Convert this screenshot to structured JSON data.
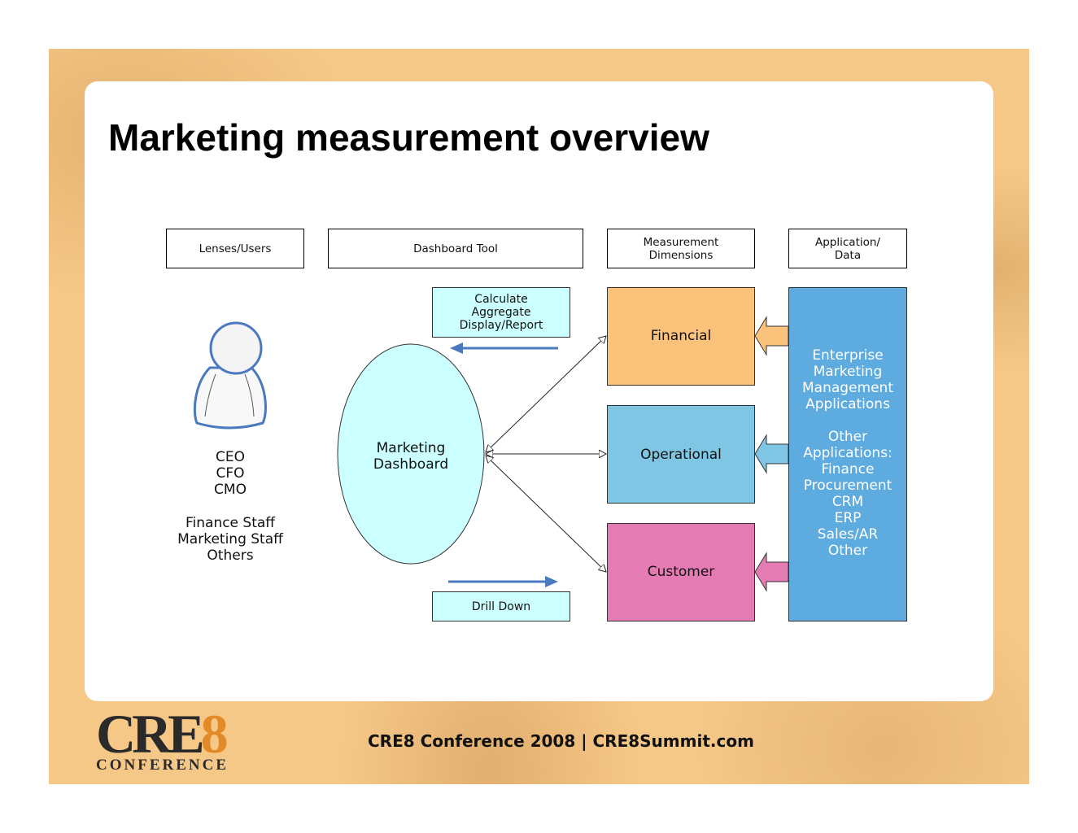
{
  "slide": {
    "title": "Marketing measurement overview",
    "footer": "CRE8 Conference 2008 | CRE8Summit.com",
    "logo": {
      "main": "CRE",
      "digit": "8",
      "sub": "CONFERENCE"
    }
  },
  "diagram": {
    "headers": {
      "lenses": "Lenses/Users",
      "dashboard_tool": "Dashboard Tool",
      "measurement": "Measurement\nDimensions",
      "application": "Application/\nData"
    },
    "users": {
      "executives": "CEO\nCFO\nCMO",
      "staff": "Finance Staff\nMarketing Staff\nOthers"
    },
    "calculate_box": "Calculate\nAggregate\nDisplay/Report",
    "dashboard": "Marketing\nDashboard",
    "drill_down": "Drill Down",
    "measures": {
      "financial": "Financial",
      "operational": "Operational",
      "customer": "Customer"
    },
    "applications": {
      "enterprise": "Enterprise\nMarketing\nManagement\nApplications",
      "other": "Other\nApplications:\nFinance\nProcurement\nCRM\nERP\nSales/AR\nOther"
    }
  },
  "colors": {
    "financial": "#fbc27c",
    "operational": "#7fc6e4",
    "customer": "#e57bb3",
    "applications": "#5dabdf",
    "light_cyan": "#ccffff",
    "arrow_blue": "#4a79bd",
    "slide_background": "#f6c888"
  }
}
